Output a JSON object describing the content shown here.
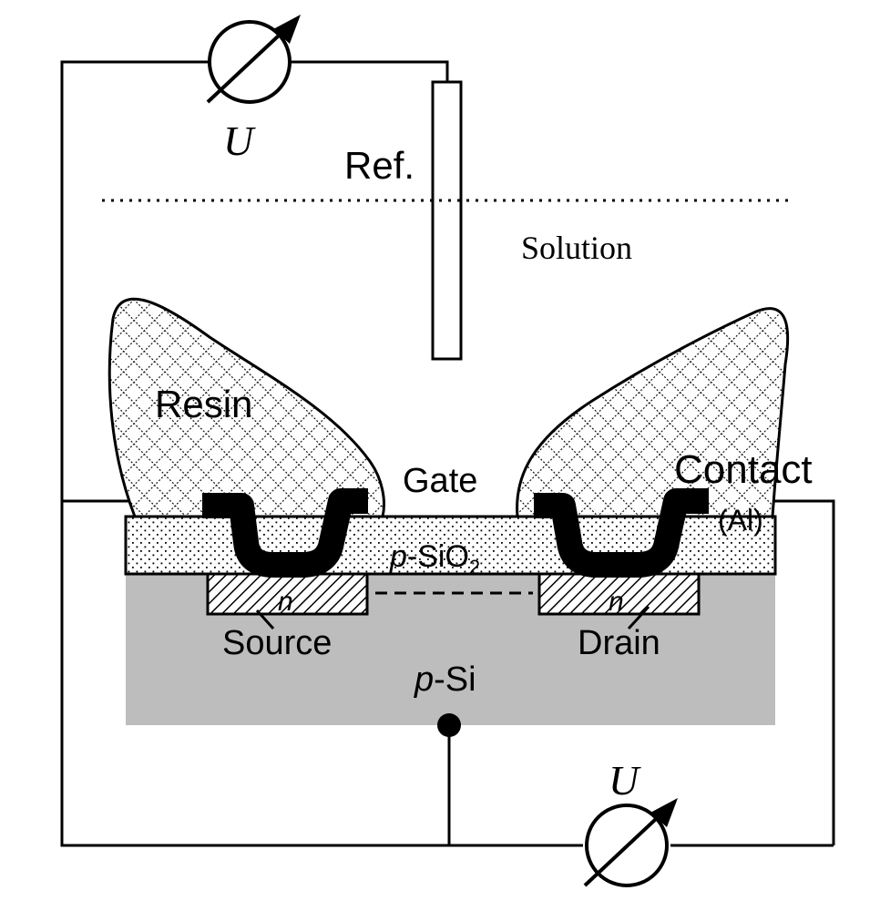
{
  "labels": {
    "voltage_top": "U",
    "reference": "Ref.",
    "solution": "Solution",
    "resin": "Resin",
    "gate": "Gate",
    "contact": "Contact",
    "contact_material": "(Al)",
    "oxide_prefix": "p",
    "oxide_main": "-SiO",
    "oxide_subscript": "2",
    "source_doping": "n",
    "drain_doping": "n",
    "source": "Source",
    "drain": "Drain",
    "substrate_prefix": "p",
    "substrate_main": "-Si",
    "voltage_bottom": "U"
  },
  "colors": {
    "substrate": "#bdbdbd",
    "line": "#000000",
    "background": "#ffffff"
  }
}
